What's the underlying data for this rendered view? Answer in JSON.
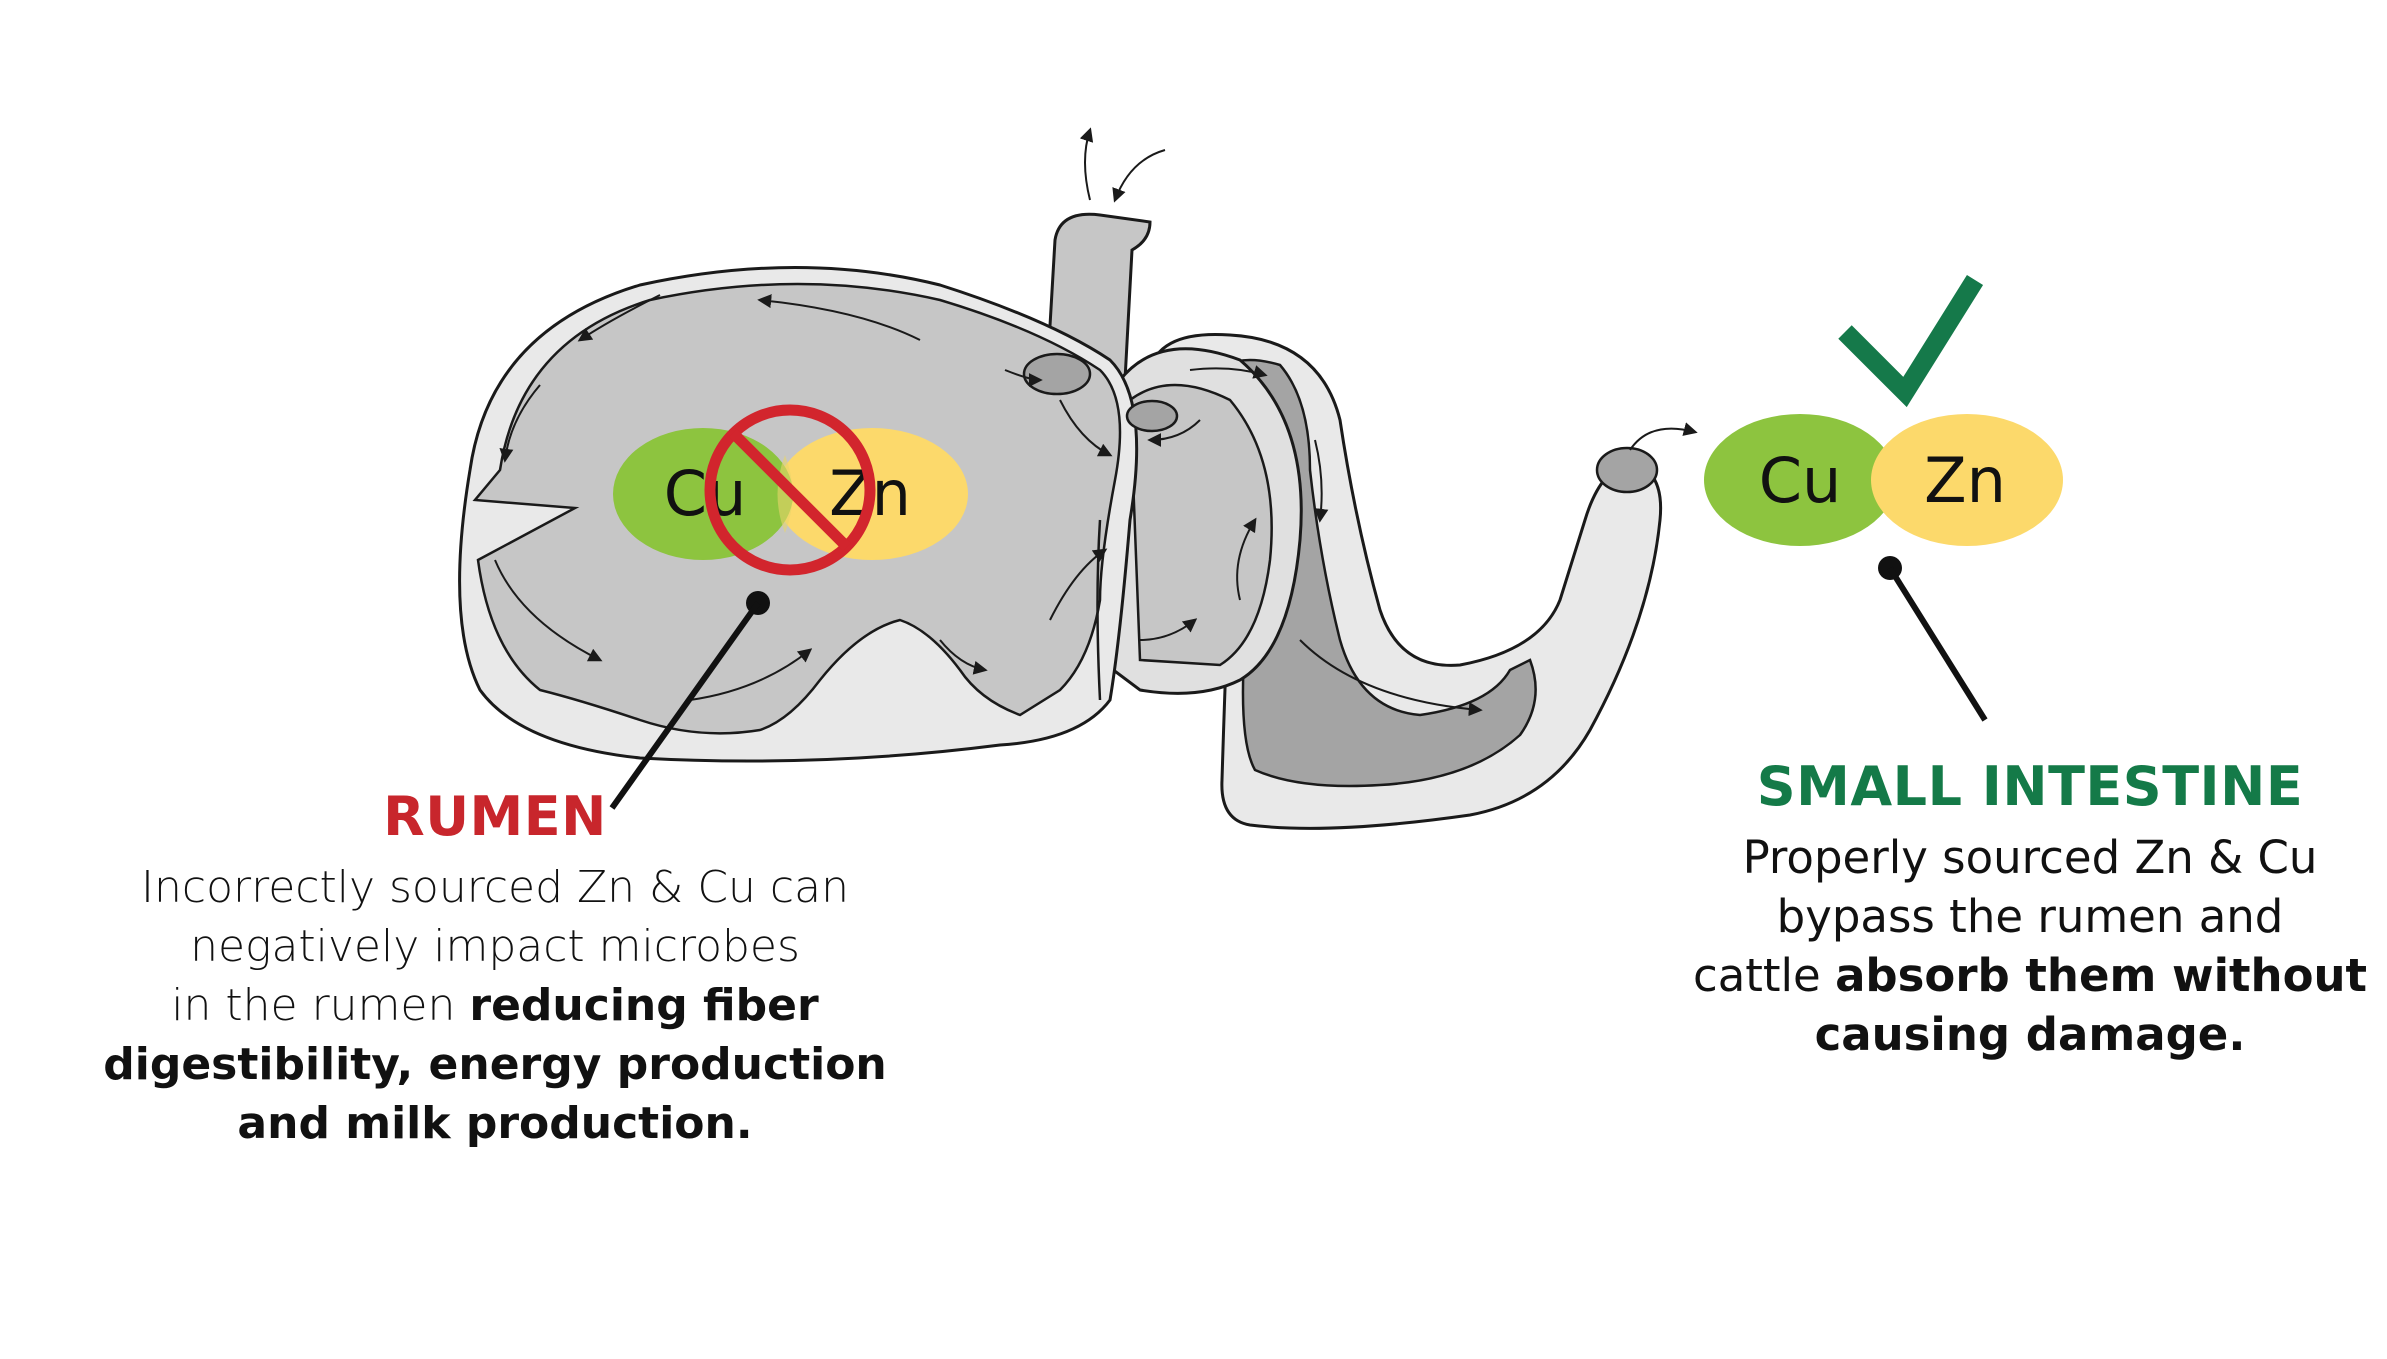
{
  "colors": {
    "cu_green": "#8dc43f",
    "zn_yellow": "#fcd96b",
    "no_red": "#d2252d",
    "check_green": "#15794a",
    "rumen_title_red": "#c8262c",
    "si_title_green": "#147a48",
    "organ_gray": "#c6c6c6",
    "organ_dark": "#a4a4a4",
    "organ_light": "#e9e9e9",
    "outline": "#1a1a1a"
  },
  "icons": {
    "prohibition": "no-symbol-icon",
    "check": "checkmark-icon"
  },
  "left_molecule": {
    "cu": "Cu",
    "zn": "Zn"
  },
  "right_molecule": {
    "cu": "Cu",
    "zn": "Zn"
  },
  "rumen": {
    "title": "RUMEN",
    "lines": [
      {
        "normal": "Incorrectly sourced Zn & Cu can",
        "bold": ""
      },
      {
        "normal": "negatively impact microbes",
        "bold": ""
      },
      {
        "normal": "in the rumen ",
        "bold": "reducing fiber"
      },
      {
        "normal": "",
        "bold": "digestibility, energy production"
      },
      {
        "normal": "",
        "bold": "and milk production."
      }
    ]
  },
  "small_intestine": {
    "title": "SMALL INTESTINE",
    "lines": [
      {
        "normal": "Properly sourced Zn & Cu",
        "bold": ""
      },
      {
        "normal": "bypass the rumen and",
        "bold": ""
      },
      {
        "normal": "cattle ",
        "bold": "absorb them without"
      },
      {
        "normal": "",
        "bold": "causing damage."
      }
    ]
  }
}
